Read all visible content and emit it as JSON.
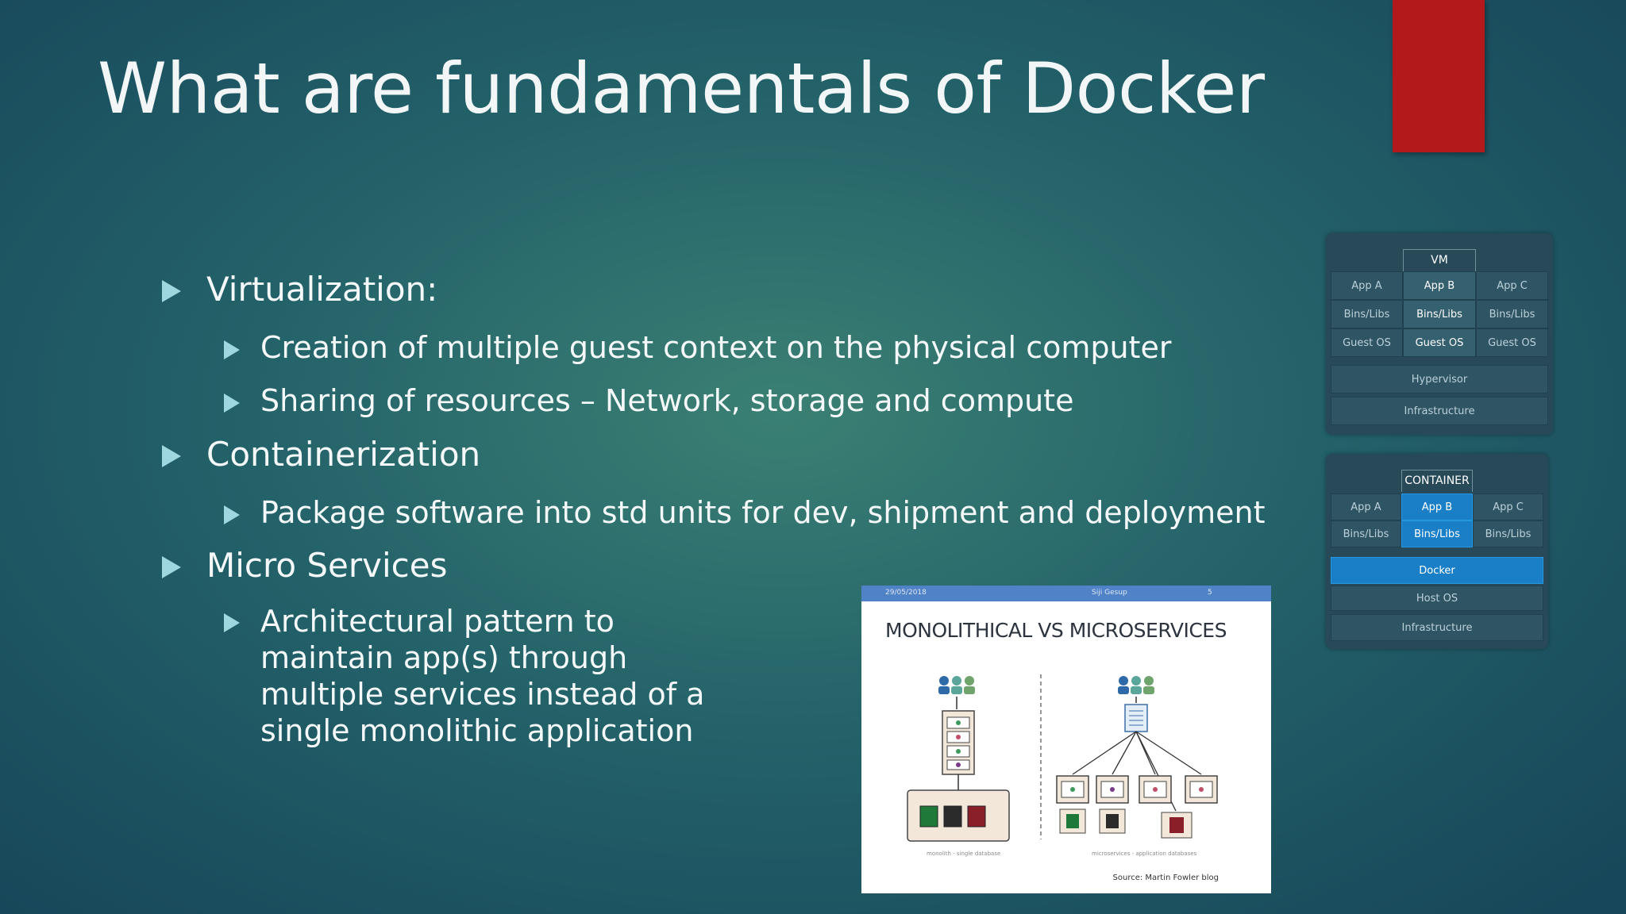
{
  "slide": {
    "title": "What are fundamentals of Docker",
    "bullets": [
      {
        "text": "Virtualization:",
        "children": [
          "Creation of multiple guest context on the physical computer",
          "Sharing of resources – Network, storage and compute"
        ]
      },
      {
        "text": "Containerization",
        "children": [
          "Package software into std units for dev, shipment and deployment"
        ]
      },
      {
        "text": "Micro Services",
        "children": [
          "Architectural pattern to maintain app(s) through multiple services instead of a single monolithic application"
        ]
      }
    ]
  },
  "vm_diagram": {
    "header": "VM",
    "apps": [
      "App A",
      "App B",
      "App C"
    ],
    "bins": [
      "Bins/Libs",
      "Bins/Libs",
      "Bins/Libs"
    ],
    "guests": [
      "Guest OS",
      "Guest OS",
      "Guest OS"
    ],
    "hypervisor": "Hypervisor",
    "infrastructure": "Infrastructure"
  },
  "container_diagram": {
    "header": "CONTAINER",
    "apps": [
      "App A",
      "App B",
      "App C"
    ],
    "bins": [
      "Bins/Libs",
      "Bins/Libs",
      "Bins/Libs"
    ],
    "docker": "Docker",
    "host_os": "Host OS",
    "infrastructure": "Infrastructure"
  },
  "image_panel": {
    "date": "29/05/2018",
    "author": "Siji Gesup",
    "page": "5",
    "title": "MONOLITHICAL VS MICROSERVICES",
    "caption_left": "monolith - single database",
    "caption_right": "microservices - application databases",
    "source": "Source: Martin Fowler blog"
  },
  "colors": {
    "accent_bar": "#b3181b",
    "bullet_arrow": "#9fd7df",
    "docker_blue": "#1a7fc6"
  }
}
